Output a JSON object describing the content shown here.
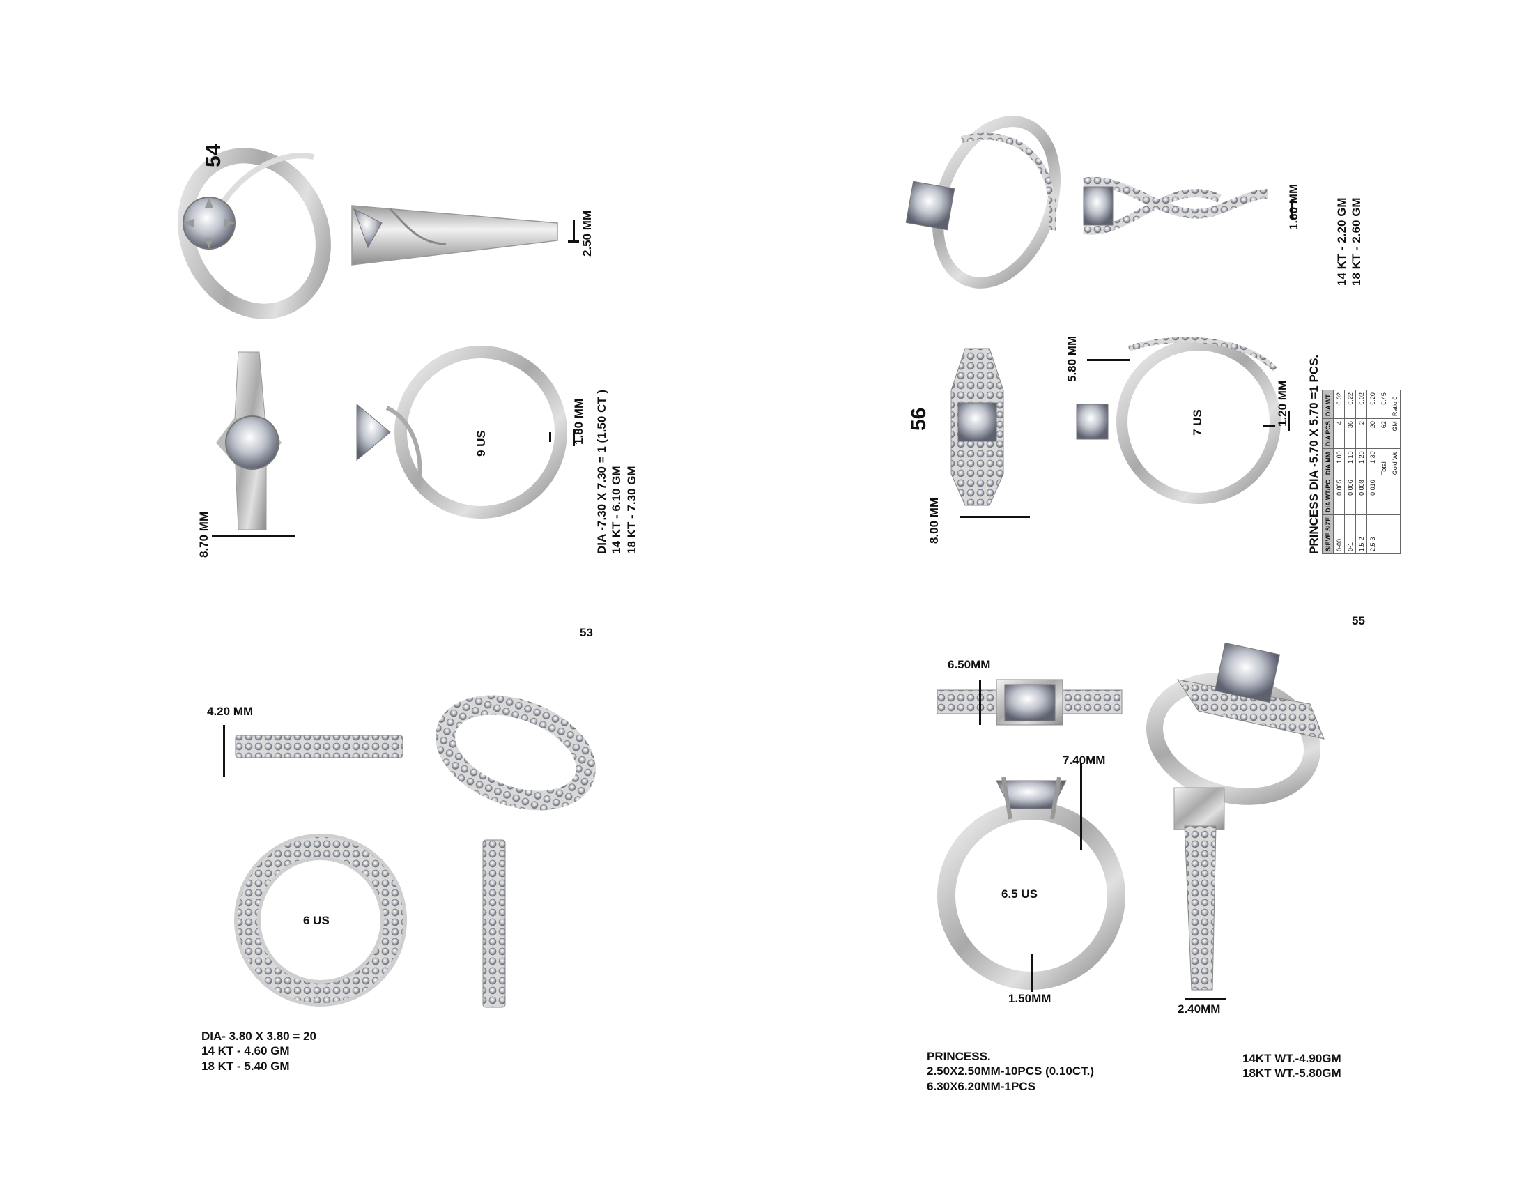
{
  "pages": [
    {
      "number": "54",
      "band_width": "2.50 MM",
      "top_height": "1.80 MM",
      "head_height": "8.70 MM",
      "ring_size": "9 US",
      "specs": [
        "DIA -7.30 X 7.30 = 1 (1.50 CT )",
        "14 KT - 6.10 GM",
        "18 KT - 7.30 GM"
      ]
    },
    {
      "number": "53",
      "band_height": "4.20 MM",
      "ring_size": "6 US",
      "specs": [
        "DIA- 3.80 X 3.80 = 20",
        "14 KT - 4.60 GM",
        "18 KT - 5.40 GM"
      ]
    },
    {
      "number": "56",
      "band_width": "1.60 MM",
      "weights": [
        "14 KT - 2.20 GM",
        "18 KT - 2.60 GM"
      ],
      "head_top": "5.80 MM",
      "top_height": "1.20 MM",
      "head_width": "8.00 MM",
      "ring_size": "7 US",
      "stone_title": "PRINCESS DIA -5.70 X 5.70 =1 PCS.",
      "table": {
        "headers": [
          "SIEVE SIZE",
          "DIA WT/PC",
          "DIA MM",
          "DIA PCS",
          "DIA WT"
        ],
        "rows": [
          [
            "0-00",
            "0.005",
            "1.00",
            "4",
            "0.02"
          ],
          [
            "0-1",
            "0.006",
            "1.10",
            "36",
            "0.22"
          ],
          [
            "1.5-2",
            "0.008",
            "1.20",
            "2",
            "0.02"
          ],
          [
            "2.5-3",
            "0.010",
            "1.30",
            "20",
            "0.20"
          ],
          [
            "",
            "",
            "Total",
            "62",
            "0.45"
          ],
          [
            "",
            "",
            "Gold Wt",
            "GM",
            "Ratio 0"
          ]
        ]
      }
    },
    {
      "number": "55",
      "head_size": "6.50MM",
      "head_height": "7.40MM",
      "ring_size": "6.5 US",
      "top_width": "1.50MM",
      "band_width": "2.40MM",
      "stones": [
        "PRINCESS.",
        "2.50X2.50MM-10PCS (0.10CT.)",
        "6.30X6.20MM-1PCS"
      ],
      "weights": [
        "14KT WT.-4.90GM",
        "18KT WT.-5.80GM"
      ]
    }
  ]
}
